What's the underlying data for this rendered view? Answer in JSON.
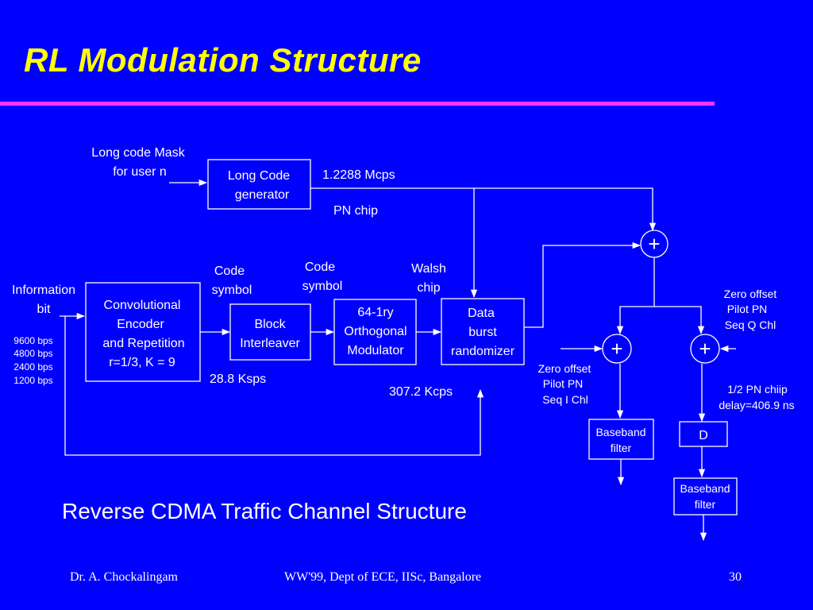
{
  "slide": {
    "title": "RL Modulation Structure",
    "caption": "Reverse CDMA Traffic Channel Structure",
    "footer_author": "Dr. A. Chockalingam",
    "footer_venue": "WW'99, Dept of ECE, IISc, Bangalore",
    "page_number": "30"
  },
  "colors": {
    "background": "#0000FF",
    "title": "#FFFF00",
    "rule": "#FF33FF",
    "ink": "#FFFFFF"
  },
  "diagram": {
    "long_code_mask": [
      "Long code Mask",
      "for user n"
    ],
    "long_code_generator": [
      "Long Code",
      "generator"
    ],
    "pn_rate": "1.2288 Mcps",
    "pn_chip": "PN chip",
    "information_bit": [
      "Information",
      "bit"
    ],
    "data_rates": [
      "9600 bps",
      "4800 bps",
      "2400 bps",
      "1200 bps"
    ],
    "encoder": [
      "Convolutional",
      "Encoder",
      "and Repetition",
      "r=1/3, K = 9"
    ],
    "code_symbol_1": [
      "Code",
      "symbol"
    ],
    "interleaver": [
      "Block",
      "Interleaver"
    ],
    "symbol_rate": "28.8 Ksps",
    "code_symbol_2": [
      "Code",
      "symbol"
    ],
    "modulator": [
      "64-1ry",
      "Orthogonal",
      "Modulator"
    ],
    "walsh_chip": [
      "Walsh",
      "chip"
    ],
    "randomizer": [
      "Data",
      "burst",
      "randomizer"
    ],
    "walsh_rate": "307.2 Kcps",
    "zero_offset_q": [
      "Zero offset",
      "Pilot  PN",
      "Seq Q Chl"
    ],
    "zero_offset_i": [
      "Zero offset",
      "Pilot  PN",
      "Seq I Chl"
    ],
    "half_chip_delay": [
      "1/2 PN chiip",
      "delay=406.9 ns"
    ],
    "delay_block": "D",
    "baseband_filter_i": [
      "Baseband",
      "filter"
    ],
    "baseband_filter_q": [
      "Baseband",
      "filter"
    ],
    "adder_symbol": "+"
  }
}
